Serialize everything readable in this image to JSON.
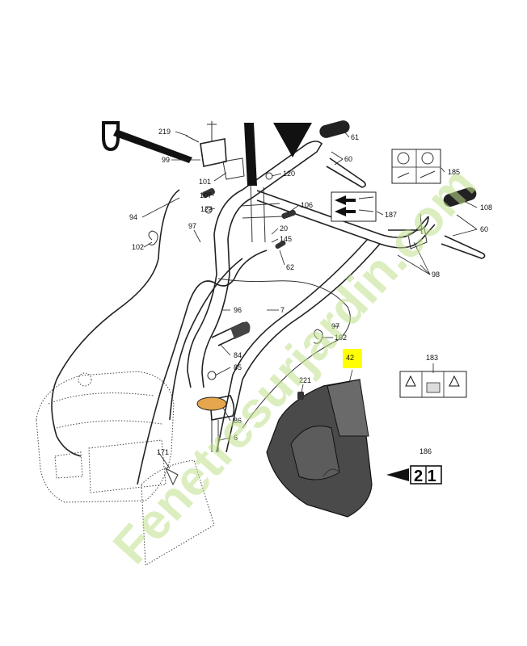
{
  "callouts": {
    "c219": "219",
    "c99": "99",
    "c101": "101",
    "c120": "120",
    "c107": "107",
    "c123": "123",
    "c94": "94",
    "c106": "106",
    "c97a": "97",
    "c20": "20",
    "c145": "145",
    "c102a": "102",
    "c62": "62",
    "c96": "96",
    "c7": "7",
    "c97b": "97",
    "c102b": "102",
    "c84": "84",
    "c85": "85",
    "c86": "86",
    "c6": "6",
    "c171": "171",
    "c221": "221",
    "c42": "42",
    "c183": "183",
    "c186": "186",
    "c61": "61",
    "c60a": "60",
    "c185": "185",
    "c108": "108",
    "c187": "187",
    "c60b": "60",
    "c98": "98"
  },
  "decal_186_label": "2  1",
  "highlight_color": "#ffff00",
  "watermark": "Fenetresurjardin.com"
}
